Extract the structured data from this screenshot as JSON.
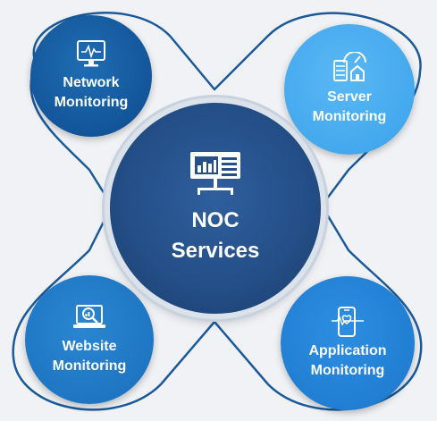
{
  "center": {
    "title_line1": "NOC",
    "title_line2": "Services"
  },
  "nodes": [
    {
      "key": "network",
      "line1": "Network",
      "line2": "Monitoring",
      "icon": "monitor-pulse-icon"
    },
    {
      "key": "server",
      "line1": "Server",
      "line2": "Monitoring",
      "icon": "server-gauge-icon"
    },
    {
      "key": "website",
      "line1": "Website",
      "line2": "Monitoring",
      "icon": "laptop-search-icon"
    },
    {
      "key": "application",
      "line1": "Application",
      "line2": "Monitoring",
      "icon": "phone-heartbeat-icon"
    }
  ],
  "colors": {
    "network": "#0d4b8e",
    "server": "#3aa2ea",
    "website": "#1a6fbd",
    "application": "#1c78cc",
    "center": "#244f88",
    "outline": "#1a5a9c"
  }
}
